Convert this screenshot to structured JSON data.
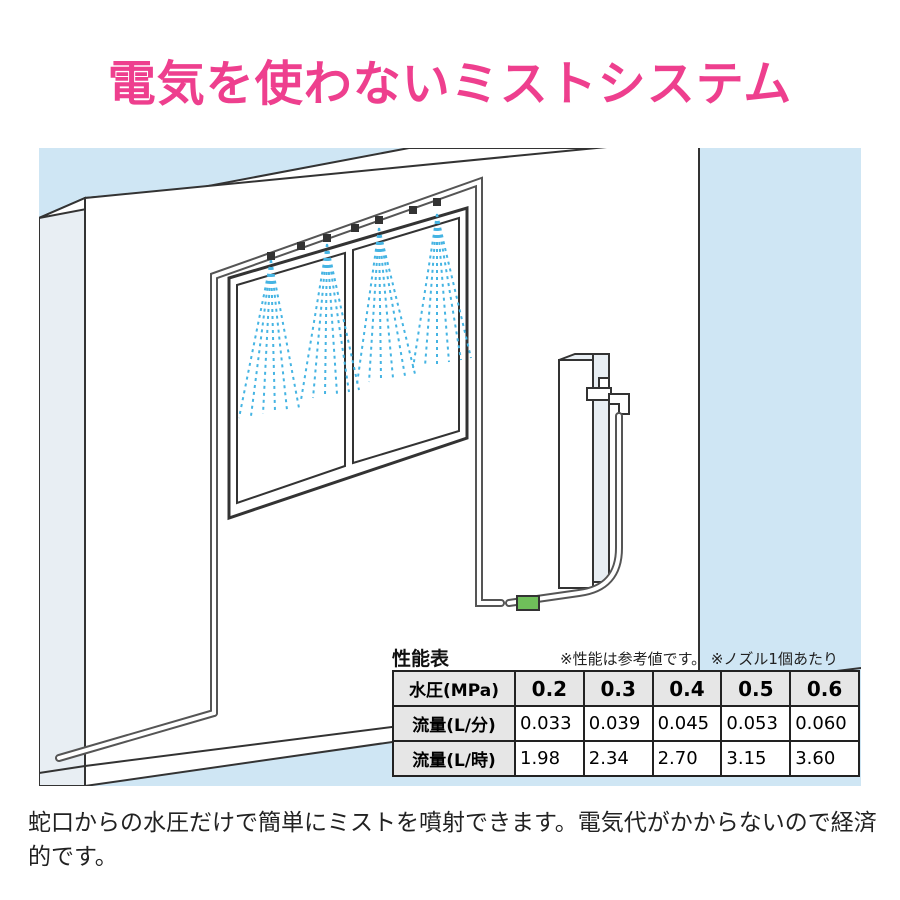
{
  "title": "電気を使わないミストシステム",
  "colors": {
    "title": "#ee3f8e",
    "background_panel": "#cfe6f4",
    "mist": "#45b4e3",
    "wall": "#ffffff",
    "stroke": "#333333"
  },
  "performance": {
    "label": "性能表",
    "note": "※性能は参考値です。 ※ノズル1個あたり",
    "header": {
      "label": "水圧(MPa)",
      "values": [
        "0.2",
        "0.3",
        "0.4",
        "0.5",
        "0.6"
      ]
    },
    "rows": [
      {
        "label": "流量(L/分)",
        "values": [
          "0.033",
          "0.039",
          "0.045",
          "0.053",
          "0.060"
        ]
      },
      {
        "label": "流量(L/時)",
        "values": [
          "1.98",
          "2.34",
          "2.70",
          "3.15",
          "3.60"
        ]
      }
    ]
  },
  "description": "蛇口からの水圧だけで簡単にミストを噴射できます。電気代がかからないので経済的です。"
}
